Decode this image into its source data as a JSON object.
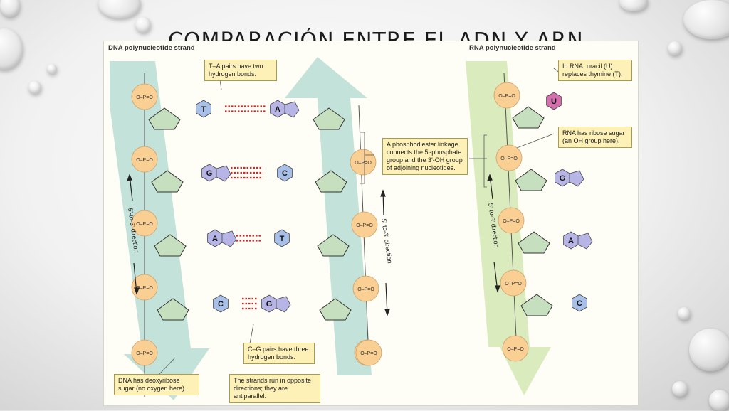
{
  "slide": {
    "title": "COMPARACIÓN ENTRE EL ADN Y ARN"
  },
  "figure": {
    "dna_title": "DNA polynucleotide strand",
    "rna_title": "RNA polynucleotide strand",
    "callouts": {
      "ta_pairs": "T–A pairs have two hydrogen bonds.",
      "phosphodiester": "A phosphodiester linkage connects the 5′-phosphate group and the 3′-OH group of adjoining nucleotides.",
      "uracil": "In RNA, uracil (U) replaces thymine (T).",
      "ribose": "RNA has ribose sugar (an OH group here).",
      "cg_pairs": "C–G pairs have three hydrogen bonds.",
      "deoxyribose": "DNA has deoxyribose sugar (no oxygen here).",
      "antiparallel": "The strands run in opposite directions; they are antiparallel."
    },
    "direction_label": "5′-to-3′ direction",
    "dna_left_bases": [
      "T",
      "G",
      "A",
      "C"
    ],
    "dna_right_bases": [
      "A",
      "C",
      "T",
      "G"
    ],
    "rna_bases": [
      "U",
      "G",
      "A",
      "C"
    ],
    "colors": {
      "phosphate": "#f9cf93",
      "sugar": "#c6dfbf",
      "purine": "#b7b5e5",
      "pyrimidine_blue": "#a8bfe8",
      "uracil": "#d46fae",
      "dna_arrow": "#bfe0d8",
      "rna_arrow": "#d8ebb9",
      "hbond": "#d22a2a"
    }
  }
}
